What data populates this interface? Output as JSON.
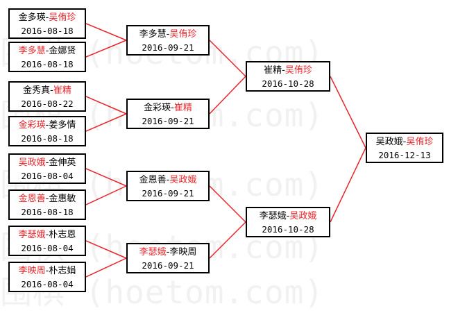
{
  "watermark": "围棋 (hoetom.com)",
  "colors": {
    "winner": "#e8242a",
    "line": "#e8242a",
    "text": "#000000",
    "border": "#000000"
  },
  "rounds": [
    {
      "matches": [
        {
          "p1": "金多瑛",
          "p2": "吴侑珍",
          "winner": 2,
          "date": "2016-08-18"
        },
        {
          "p1": "李多慧",
          "p2": "金娜贤",
          "winner": 1,
          "date": "2016-08-18"
        },
        {
          "p1": "金秀真",
          "p2": "崔精",
          "winner": 2,
          "date": "2016-08-22"
        },
        {
          "p1": "金彩瑛",
          "p2": "姜多情",
          "winner": 1,
          "date": "2016-08-18"
        },
        {
          "p1": "吴政娥",
          "p2": "金伸英",
          "winner": 1,
          "date": "2016-08-04"
        },
        {
          "p1": "金恩善",
          "p2": "金惠敏",
          "winner": 1,
          "date": "2016-08-18"
        },
        {
          "p1": "李瑟娥",
          "p2": "朴志恩",
          "winner": 1,
          "date": "2016-08-04"
        },
        {
          "p1": "李映周",
          "p2": "朴志娟",
          "winner": 1,
          "date": "2016-08-04"
        }
      ]
    },
    {
      "matches": [
        {
          "p1": "李多慧",
          "p2": "吴侑珍",
          "winner": 2,
          "date": "2016-09-21"
        },
        {
          "p1": "金彩瑛",
          "p2": "崔精",
          "winner": 2,
          "date": "2016-09-21"
        },
        {
          "p1": "金恩善",
          "p2": "吴政娥",
          "winner": 2,
          "date": "2016-09-21"
        },
        {
          "p1": "李瑟娥",
          "p2": "李映周",
          "winner": 1,
          "date": "2016-09-21"
        }
      ]
    },
    {
      "matches": [
        {
          "p1": "崔精",
          "p2": "吴侑珍",
          "winner": 2,
          "date": "2016-10-28"
        },
        {
          "p1": "李瑟娥",
          "p2": "吴政娥",
          "winner": 2,
          "date": "2016-10-28"
        }
      ]
    },
    {
      "matches": [
        {
          "p1": "吴政娥",
          "p2": "吴侑珍",
          "winner": 2,
          "date": "2016-12-13"
        }
      ]
    }
  ]
}
